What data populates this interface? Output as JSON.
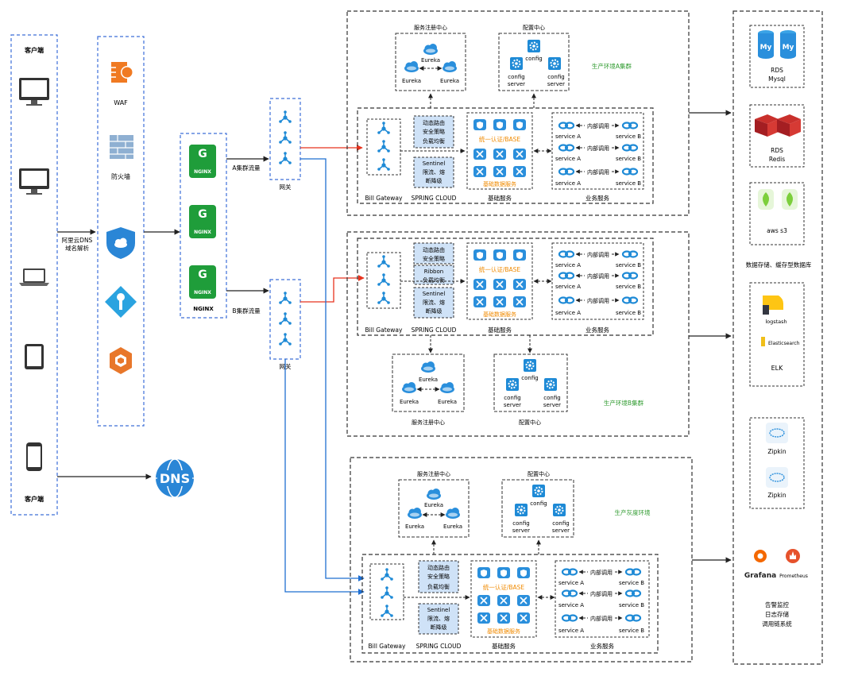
{
  "client": {
    "title_top": "客户端",
    "title_bottom": "客户端",
    "dns_label_1": "阿里云DNS",
    "dns_label_2": "域名解析"
  },
  "security": {
    "waf": "WAF",
    "firewall": "防火墙"
  },
  "nginx": {
    "logo_text": "NGINX",
    "caption": "NGINX",
    "flow_a": "A集群流量",
    "flow_b": "B集群流量"
  },
  "gateway": {
    "label": "网关"
  },
  "cluster_labels": {
    "a": "生产环境A集群",
    "b": "生产环境B集群",
    "gray": "生产灰度环境"
  },
  "registry": {
    "title": "服务注册中心",
    "node": "Eureka"
  },
  "config_center": {
    "title": "配置中心",
    "node_line1": "config",
    "node_line2": "server"
  },
  "filters": {
    "dynamic_route": "动态路由",
    "security_policy": "安全策略",
    "lb_overlap_a": "负载均衡",
    "ribbon": "Ribbon",
    "lb": "负载均衡",
    "sentinel": "Sentinel",
    "ratelimit": "限流、熔",
    "degrade": "断降级"
  },
  "base": {
    "auth": "统一认证/BASE",
    "data": "基础数据服务"
  },
  "services": {
    "service_a": "service A",
    "service_b": "service B",
    "internal_call": "内部调用"
  },
  "bottom_labels": {
    "bill_gateway": "Bill Gateway",
    "spring_cloud": "SPRING CLOUD",
    "base_service": "基础服务",
    "biz_service": "业务服务"
  },
  "storage": {
    "rds_mysql_1": "RDS",
    "rds_mysql_2": "Mysql",
    "rds_redis_1": "RDS",
    "rds_redis_2": "Redis",
    "s3": "aws s3",
    "caption": "数据存储、缓存型数据库",
    "mysql_logo": "My",
    "logstash": "logstash",
    "elasticsearch": "Elasticsearch",
    "elk": "ELK",
    "zipkin": "Zipkin",
    "grafana": "Grafana",
    "prometheus": "Prometheus",
    "monitor_1": "告警监控",
    "monitor_2": "日志存储",
    "monitor_3": "调用链系统"
  },
  "dns_logo": "DNS",
  "colors": {
    "blue_dash": "#3d6fd8",
    "red": "#e8331e",
    "flow_blue": "#1f6fd1",
    "green_text": "#2e9a2e",
    "orange_text": "#f08a00",
    "nginx_green": "#1f9d3a",
    "filter_bg": "#cfe2f7",
    "icon_blue": "#1e8ad6"
  }
}
